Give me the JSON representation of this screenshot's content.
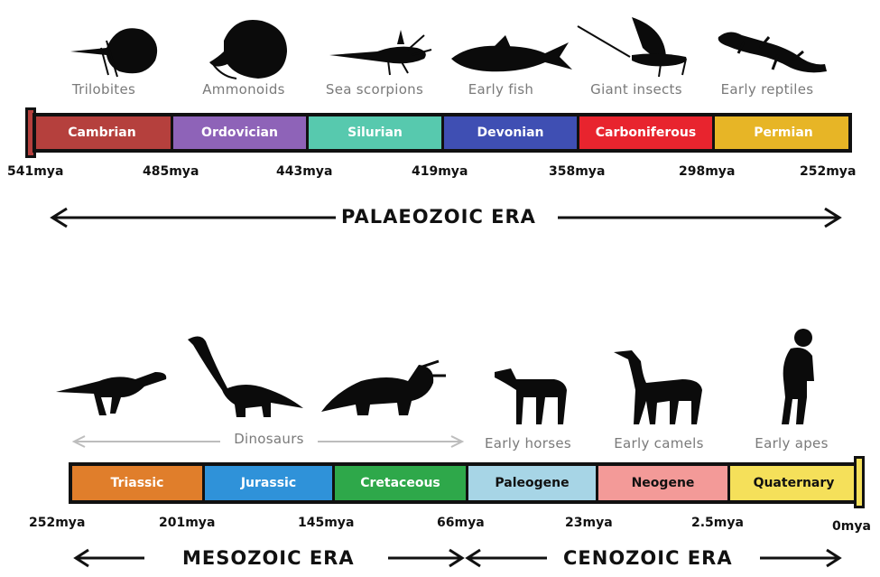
{
  "palaeozoic": {
    "animals": [
      "Trilobites",
      "Ammonoids",
      "Sea scorpions",
      "Early fish",
      "Giant insects",
      "Early reptiles"
    ],
    "periods": [
      {
        "name": "Cambrian",
        "color": "#b5403d"
      },
      {
        "name": "Ordovician",
        "color": "#8e63b8"
      },
      {
        "name": "Silurian",
        "color": "#57c9ae"
      },
      {
        "name": "Devonian",
        "color": "#3f4fb3"
      },
      {
        "name": "Carboniferous",
        "color": "#e8242e"
      },
      {
        "name": "Permian",
        "color": "#e7b526"
      }
    ],
    "ticks": [
      "541mya",
      "485mya",
      "443mya",
      "419mya",
      "358mya",
      "298mya",
      "252mya"
    ],
    "era": "PALAEOZOIC ERA"
  },
  "mesocen": {
    "dinosaurs_label": "Dinosaurs",
    "animals": [
      "Early horses",
      "Early camels",
      "Early apes"
    ],
    "periods": [
      {
        "name": "Triassic",
        "color": "#e07e2b"
      },
      {
        "name": "Jurassic",
        "color": "#2f92d9"
      },
      {
        "name": "Cretaceous",
        "color": "#2ea84a"
      },
      {
        "name": "Paleogene",
        "color": "#a7d5e6"
      },
      {
        "name": "Neogene",
        "color": "#f39a98"
      },
      {
        "name": "Quaternary",
        "color": "#f5e05a"
      }
    ],
    "ticks": [
      "252mya",
      "201mya",
      "145mya",
      "66mya",
      "23mya",
      "2.5mya",
      "0mya"
    ],
    "era_left": "MESOZOIC ERA",
    "era_right": "CENOZOIC ERA"
  },
  "icons": [
    "trilobite-icon",
    "ammonoid-icon",
    "sea-scorpion-icon",
    "early-fish-icon",
    "giant-insect-icon",
    "early-reptile-icon",
    "small-dinosaur-icon",
    "sauropod-icon",
    "triceratops-icon",
    "early-horse-icon",
    "early-camel-icon",
    "early-ape-icon"
  ]
}
